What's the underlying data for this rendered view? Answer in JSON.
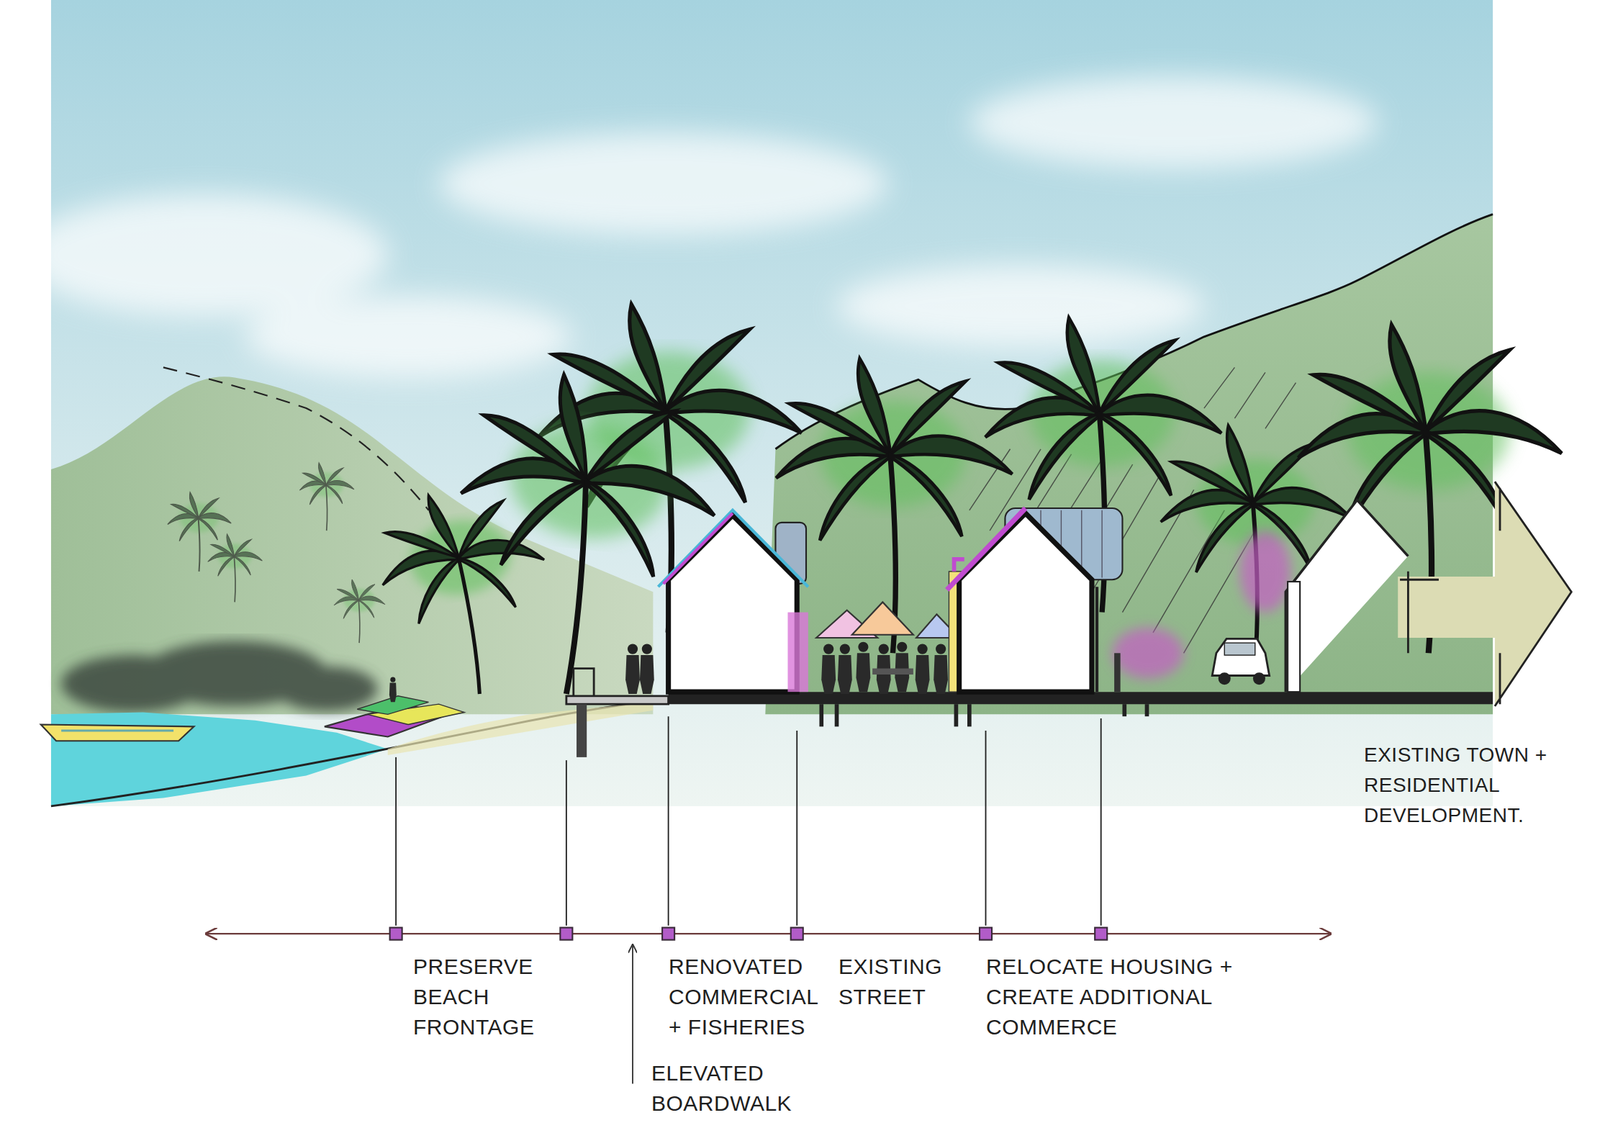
{
  "diagram": {
    "labels": [
      "EXISTING TOWN + RESIDENTIAL DEVELOPMENT.",
      "PRESERVE BEACH FRONTAGE",
      "RENOVATED COMMERCIAL + FISHERIES",
      "EXISTING STREET",
      "RELOCATE HOUSING + CREATE ADDITIONAL COMMERCE",
      "ELEVATED BOARDWALK"
    ]
  }
}
